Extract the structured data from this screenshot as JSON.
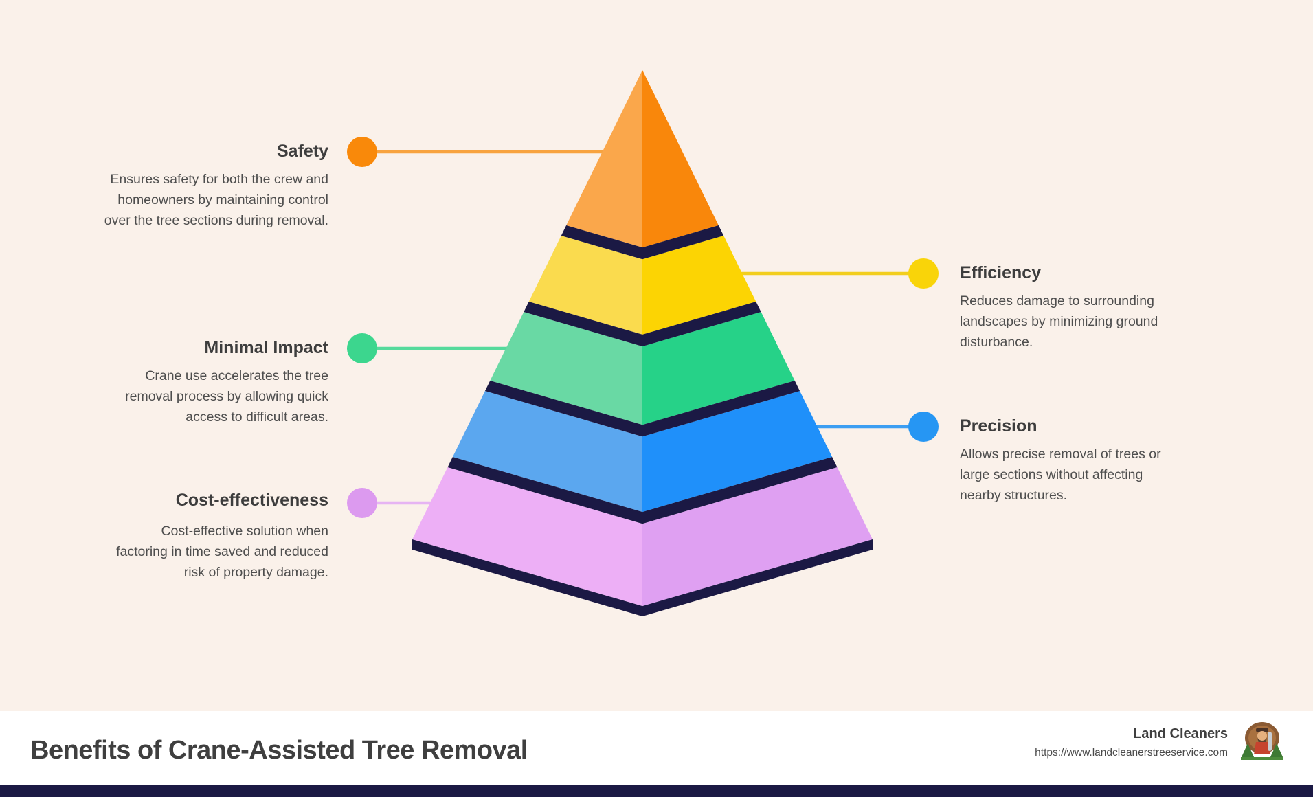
{
  "page": {
    "background": "#FAF1EA"
  },
  "colors": {
    "edge_navy": "#1B1944",
    "footer_bg": "#FFFFFF",
    "title_text": "#3D3D3D",
    "desc_text": "#4E4E4E"
  },
  "levels": [
    {
      "id": "safety",
      "title": "Safety",
      "description": "Ensures safety for both the crew and homeowners by maintaining control over the tree sections during removal.",
      "label_side": "left",
      "face_left": "#FAA74B",
      "face_right": "#F9870B",
      "accent": "#F9890A",
      "line": "#F8A33F"
    },
    {
      "id": "efficiency",
      "title": "Efficiency",
      "description": "Reduces damage to surrounding landscapes by minimizing ground disturbance.",
      "label_side": "right",
      "face_left": "#FADB4E",
      "face_right": "#FCD403",
      "accent": "#F9D409",
      "line": "#F2CE1E"
    },
    {
      "id": "minimal-impact",
      "title": "Minimal Impact",
      "description": "Crane use accelerates the tree removal process by allowing quick access to difficult areas.",
      "label_side": "left",
      "face_left": "#69D9A4",
      "face_right": "#26D288",
      "accent": "#3CD68E",
      "line": "#55DA9C"
    },
    {
      "id": "precision",
      "title": "Precision",
      "description": "Allows precise removal of trees or large sections without affecting nearby structures.",
      "label_side": "right",
      "face_left": "#5BA7EF",
      "face_right": "#1F90FA",
      "accent": "#2696F3",
      "line": "#3C9EF2"
    },
    {
      "id": "cost-effectiveness",
      "title": "Cost-effectiveness",
      "description": "Cost-effective solution when factoring in time saved and reduced risk of property damage.",
      "label_side": "left",
      "face_left": "#EDAFF6",
      "face_right": "#DFA0F2",
      "accent": "#DC9AEF",
      "line": "#E6B4F3"
    }
  ],
  "footer": {
    "title": "Benefits of Crane-Assisted Tree Removal",
    "brand_name": "Land Cleaners",
    "brand_url": "https://www.landcleanerstreeservice.com",
    "logo_icon": "lumberjack-logo-icon"
  }
}
